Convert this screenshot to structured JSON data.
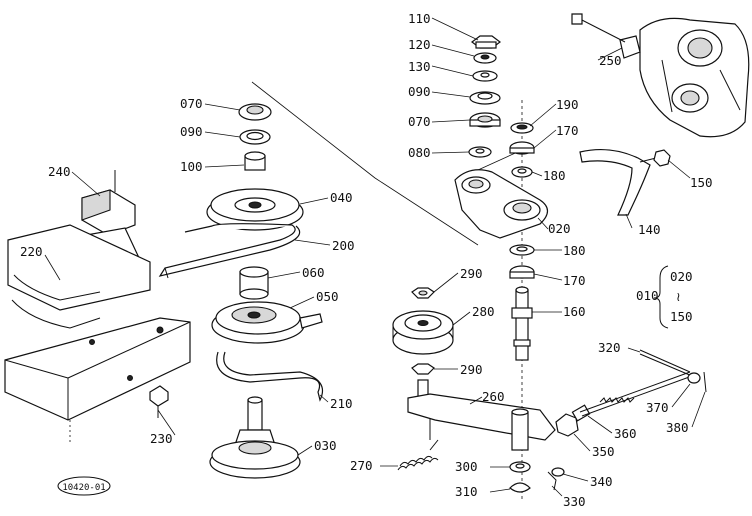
{
  "diagram_code": "10420-01",
  "callouts": {
    "c110": "110",
    "c120": "120",
    "c130": "130",
    "c090b": "090",
    "c070b": "070",
    "c080": "080",
    "c190": "190",
    "c170a": "170",
    "c180a": "180",
    "c020": "020",
    "c180b": "180",
    "c170b": "170",
    "c150": "150",
    "c140": "140",
    "c250": "250",
    "c160": "160",
    "c070a": "070",
    "c090a": "090",
    "c100": "100",
    "c040": "040",
    "c200": "200",
    "c060": "060",
    "c050": "050",
    "c210": "210",
    "c030": "030",
    "c240": "240",
    "c220": "220",
    "c230": "230",
    "c290a": "290",
    "c280": "280",
    "c290b": "290",
    "c260": "260",
    "c270": "270",
    "c300": "300",
    "c310": "310",
    "c330": "330",
    "c340": "340",
    "c350": "350",
    "c360": "360",
    "c320": "320",
    "c370": "370",
    "c380": "380"
  },
  "assembly_note": {
    "prefix": "010",
    "from": "020",
    "to": "150"
  }
}
